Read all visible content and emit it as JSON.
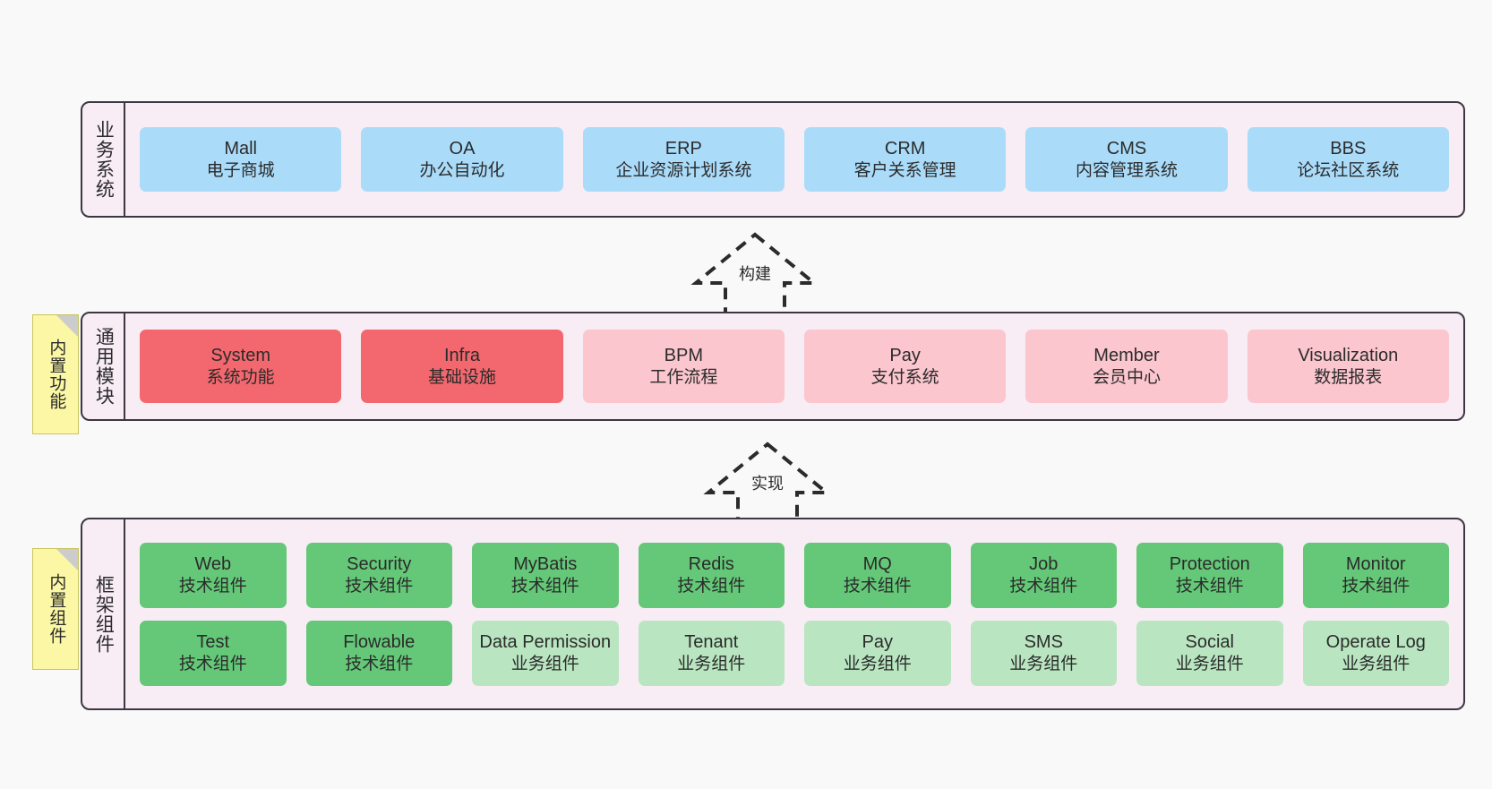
{
  "layers": {
    "business": {
      "label": "业务系统",
      "items": [
        {
          "title": "Mall",
          "subtitle": "电子商城",
          "color": "#aadcfa"
        },
        {
          "title": "OA",
          "subtitle": "办公自动化",
          "color": "#aadcfa"
        },
        {
          "title": "ERP",
          "subtitle": "企业资源计划系统",
          "color": "#aadcfa"
        },
        {
          "title": "CRM",
          "subtitle": "客户关系管理",
          "color": "#aadcfa"
        },
        {
          "title": "CMS",
          "subtitle": "内容管理系统",
          "color": "#aadcfa"
        },
        {
          "title": "BBS",
          "subtitle": "论坛社区系统",
          "color": "#aadcfa"
        }
      ]
    },
    "modules": {
      "label": "通用模块",
      "items": [
        {
          "title": "System",
          "subtitle": "系统功能",
          "color": "#f2686e"
        },
        {
          "title": "Infra",
          "subtitle": "基础设施",
          "color": "#f2686e"
        },
        {
          "title": "BPM",
          "subtitle": "工作流程",
          "color": "#fbc6ce"
        },
        {
          "title": "Pay",
          "subtitle": "支付系统",
          "color": "#fbc6ce"
        },
        {
          "title": "Member",
          "subtitle": "会员中心",
          "color": "#fbc6ce"
        },
        {
          "title": "Visualization",
          "subtitle": "数据报表",
          "color": "#fbc6ce"
        }
      ]
    },
    "framework": {
      "label": "框架组件",
      "row1": [
        {
          "title": "Web",
          "subtitle": "技术组件",
          "color": "#64c878"
        },
        {
          "title": "Security",
          "subtitle": "技术组件",
          "color": "#64c878"
        },
        {
          "title": "MyBatis",
          "subtitle": "技术组件",
          "color": "#64c878"
        },
        {
          "title": "Redis",
          "subtitle": "技术组件",
          "color": "#64c878"
        },
        {
          "title": "MQ",
          "subtitle": "技术组件",
          "color": "#64c878"
        },
        {
          "title": "Job",
          "subtitle": "技术组件",
          "color": "#64c878"
        },
        {
          "title": "Protection",
          "subtitle": "技术组件",
          "color": "#64c878"
        },
        {
          "title": "Monitor",
          "subtitle": "技术组件",
          "color": "#64c878"
        }
      ],
      "row2": [
        {
          "title": "Test",
          "subtitle": "技术组件",
          "color": "#64c878"
        },
        {
          "title": "Flowable",
          "subtitle": "技术组件",
          "color": "#64c878"
        },
        {
          "title": "Data Permission",
          "subtitle": "业务组件",
          "color": "#b9e6c1"
        },
        {
          "title": "Tenant",
          "subtitle": "业务组件",
          "color": "#b9e6c1"
        },
        {
          "title": "Pay",
          "subtitle": "业务组件",
          "color": "#b9e6c1"
        },
        {
          "title": "SMS",
          "subtitle": "业务组件",
          "color": "#b9e6c1"
        },
        {
          "title": "Social",
          "subtitle": "业务组件",
          "color": "#b9e6c1"
        },
        {
          "title": "Operate Log",
          "subtitle": "业务组件",
          "color": "#b9e6c1"
        }
      ]
    }
  },
  "notes": [
    {
      "text": "内置功能"
    },
    {
      "text": "内置组件"
    }
  ],
  "connectors": [
    {
      "label": "构建"
    },
    {
      "label": "实现"
    }
  ],
  "palette": {
    "background": "#f9f9f9",
    "layer_fill": "#f8ecf5",
    "layer_border": "#3d3742",
    "note_fill": "#fbf7a5",
    "note_fold": "#cccccc",
    "blue": "#aadcfa",
    "red": "#f2686e",
    "pink": "#fbc6ce",
    "green": "#64c878",
    "light_green": "#b9e6c1",
    "text": "#2b2b2b"
  }
}
